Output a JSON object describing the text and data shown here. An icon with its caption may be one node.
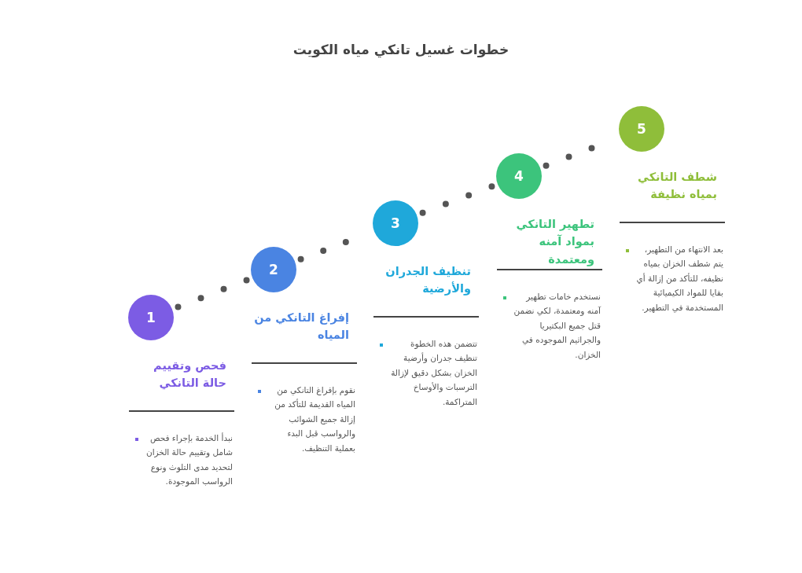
{
  "diagram": {
    "title": "خطوات غسيل تانكي مياه الكويت",
    "nodes": [
      {
        "text": [
          "1"
        ],
        "beside": [
          "فحص وتقييم حالة التانكي"
        ]
      },
      {
        "text": [
          "2"
        ],
        "beside": [
          "إفراغ التانكي من المياه"
        ]
      },
      {
        "text": [
          "3"
        ],
        "beside": [
          "تنظيف الجدران والأرضية"
        ]
      },
      {
        "text": [
          "4"
        ],
        "beside": [
          "تطهير التانكي بمواد آمنه ومعتمدة"
        ]
      },
      {
        "text": [
          "5"
        ],
        "beside": [
          "شطف التانكي بمياه نظيفة"
        ]
      }
    ],
    "edges": [
      {
        "from": 0,
        "to": 1,
        "arrow": "none",
        "style": "dashed"
      },
      {
        "from": 1,
        "to": 2,
        "arrow": "none",
        "style": "dashed"
      },
      {
        "from": 2,
        "to": 3,
        "arrow": "none",
        "style": "dashed"
      },
      {
        "from": 3,
        "to": 4,
        "arrow": "none",
        "style": "dashed"
      }
    ],
    "labels": [
      "نبدأ الخدمة بإجراء فحص شامل وتقييم حالة الخزان لتحديد مدى التلوث ونوع الرواسب الموجودة.",
      "نقوم بإفراغ التانكي من المياه القديمة للتأكد من إزالة جميع الشوائب والرواسب قبل البدء بعملية التنظيف.",
      "تتضمن هذه الخطوة تنظيف جدران وأرضية الخزان بشكل دقيق لإزالة الترسبات والأوساخ المتراكمة.",
      "نستخدم خامات تطهير آمنه ومعتمدة، لكي نضمن قتل جميع البكتيريا والجراثيم الموجوده في الخزان.",
      "بعد الانتهاء من التطهير، يتم شطف الخزان بمياه نظيفه، للتأكد من إزالة أي بقايا للمواد الكيميائية المستخدمة في التطهير."
    ]
  }
}
